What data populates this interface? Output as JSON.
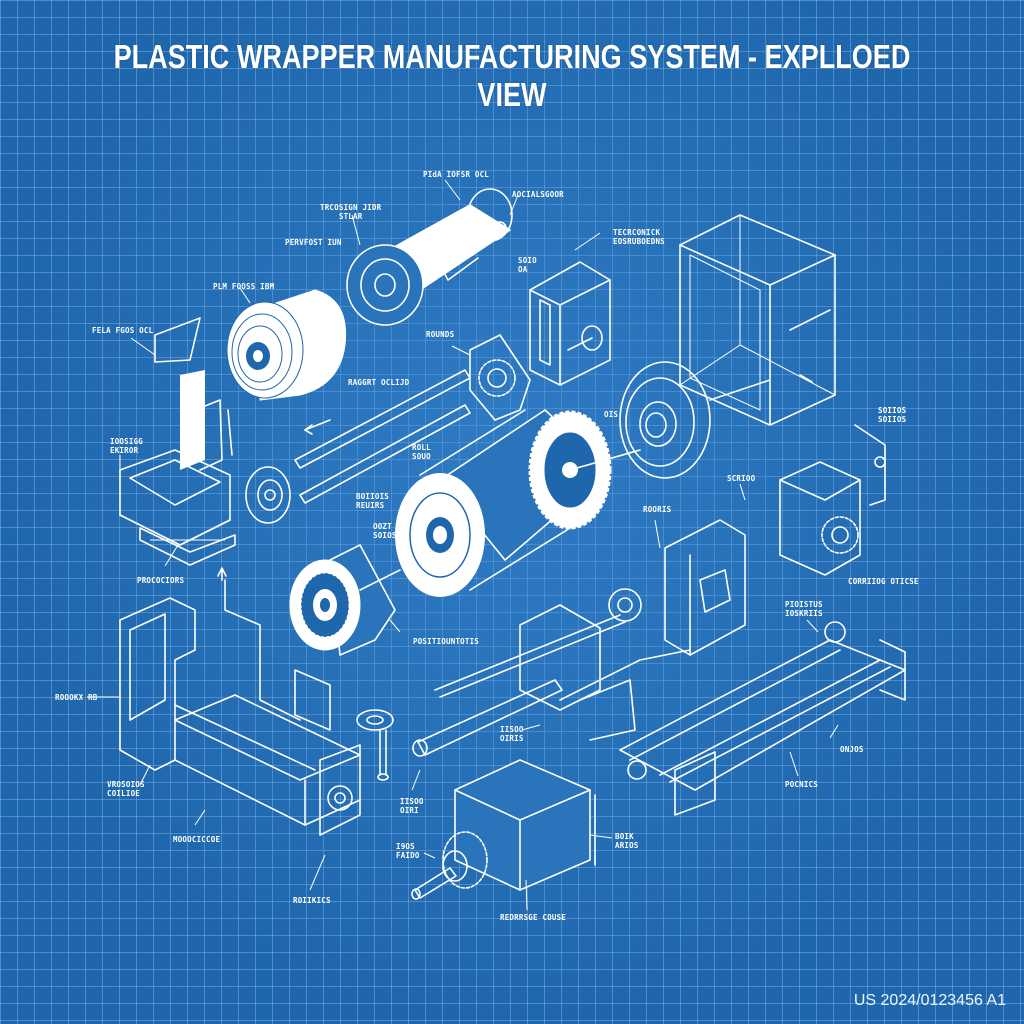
{
  "title": "PLASTIC WRAPPER MANUFACTURING SYSTEM - EXPLLOED VIEW",
  "patent_number": "US 2024/0123456 A1",
  "colors": {
    "background": "#1f67ad",
    "grid": "#8cbef0",
    "line": "#ffffff"
  },
  "labels": {
    "film_roll_top": "PIdA IOFSR OCL",
    "tension_stand": "TRCOSIGN JIDR\n    STLAR",
    "feed_unit": "PERVFOST IUN",
    "right_top": "AOCIALSGOOR",
    "technical_assemblies": "TECRCONICK\nEOSRUBOEDNS",
    "small_oa": "SOIO\nOA",
    "plm_roll": "PLM FOOSS IBM",
    "fela_roll": "FELA FGOS OCL",
    "rollers": "ROUNDS",
    "roller_shaft": "RAGGRT OCLIJD",
    "roll_guide": "ROLL\nSOUO",
    "ooosing_sensor": "IOOSIGG\nEKIROR",
    "small_dis": "OIS",
    "gear_housing": "SOIIOS\nSOIIOS",
    "bearing_assembly": "BOIIOIS\nREUIRS",
    "ohzt": "OOZT\nSOIOS",
    "bracket": "SCRIOO",
    "motor_gear": "ROORIS",
    "production": "PROCOCIORS",
    "positioning": "POSITIOUNTOTIS",
    "control_drive": "CORRIIOG OTICSE",
    "pinions": "PIOISTUS\nIOSKRIIS",
    "frame_rs": "ROOOKX RB",
    "vending_collar": "VROSOIOS\nCOILIOE",
    "mechanical_base": "MOOOCICCOE",
    "rollers_bottom": "ROIIKICS",
    "shaft_rods": "IISOO\nOIRIS",
    "pulley": "IISOO\nOIRI",
    "motor_drive": "I9OS\nFAIDO",
    "box_right": "BOIK\nARIOS",
    "ends": "ONJOS",
    "bottom_right": "POCNICS",
    "reducer_couse": "REDRRSGE COUSE"
  }
}
